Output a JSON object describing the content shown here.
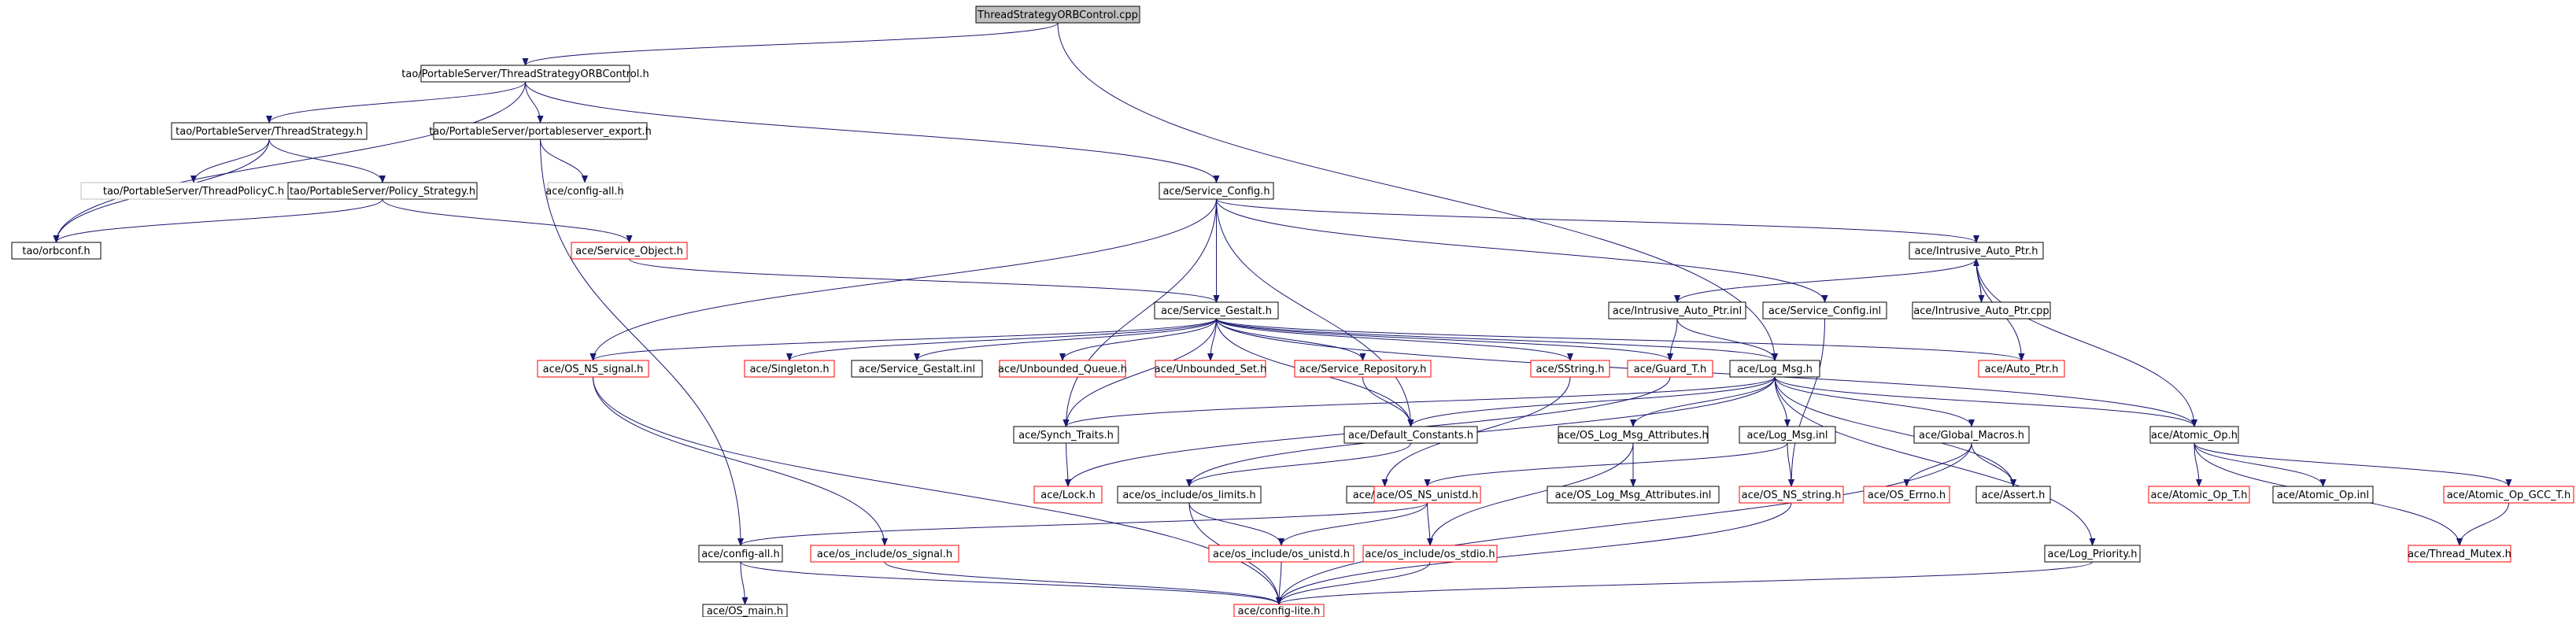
{
  "nodes": [
    {
      "id": "n0",
      "label": "ThreadStrategyORBControl.cpp",
      "style": "root"
    },
    {
      "id": "n1",
      "label": "tao/PortableServer/ThreadStrategyORBControl.h",
      "style": "normal"
    },
    {
      "id": "n2",
      "label": "tao/PortableServer/ThreadStrategy.h",
      "style": "normal"
    },
    {
      "id": "n3",
      "label": "tao/PortableServer/portableserver_export.h",
      "style": "normal"
    },
    {
      "id": "n4",
      "label": "tao/PortableServer/ThreadPolicyC.h",
      "style": "missing"
    },
    {
      "id": "n5",
      "label": "tao/PortableServer/Policy_Strategy.h",
      "style": "normal"
    },
    {
      "id": "n6",
      "label": "ace/config-all.h",
      "style": "missing"
    },
    {
      "id": "n7",
      "label": "tao/orbconf.h",
      "style": "normal"
    },
    {
      "id": "n8",
      "label": "ace/Service_Config.h",
      "style": "normal"
    },
    {
      "id": "n9",
      "label": "ace/Service_Object.h",
      "style": "truncated"
    },
    {
      "id": "n10",
      "label": "ace/Intrusive_Auto_Ptr.h",
      "style": "normal"
    },
    {
      "id": "n11",
      "label": "ace/Service_Gestalt.h",
      "style": "normal"
    },
    {
      "id": "n12",
      "label": "ace/Intrusive_Auto_Ptr.inl",
      "style": "normal"
    },
    {
      "id": "n13",
      "label": "ace/Service_Config.inl",
      "style": "normal"
    },
    {
      "id": "n14",
      "label": "ace/Intrusive_Auto_Ptr.cpp",
      "style": "normal"
    },
    {
      "id": "n15",
      "label": "ace/OS_NS_signal.h",
      "style": "truncated"
    },
    {
      "id": "n16",
      "label": "ace/Singleton.h",
      "style": "truncated"
    },
    {
      "id": "n17",
      "label": "ace/Service_Gestalt.inl",
      "style": "normal"
    },
    {
      "id": "n18",
      "label": "ace/Unbounded_Queue.h",
      "style": "truncated"
    },
    {
      "id": "n19",
      "label": "ace/Unbounded_Set.h",
      "style": "truncated"
    },
    {
      "id": "n20",
      "label": "ace/Service_Repository.h",
      "style": "truncated"
    },
    {
      "id": "n21",
      "label": "ace/SString.h",
      "style": "truncated"
    },
    {
      "id": "n22",
      "label": "ace/Guard_T.h",
      "style": "truncated"
    },
    {
      "id": "n23",
      "label": "ace/Log_Msg.h",
      "style": "normal"
    },
    {
      "id": "n24",
      "label": "ace/Auto_Ptr.h",
      "style": "truncated"
    },
    {
      "id": "n25",
      "label": "ace/Synch_Traits.h",
      "style": "normal"
    },
    {
      "id": "n26",
      "label": "ace/Default_Constants.h",
      "style": "normal"
    },
    {
      "id": "n27",
      "label": "ace/OS_Log_Msg_Attributes.h",
      "style": "normal"
    },
    {
      "id": "n28",
      "label": "ace/Log_Msg.inl",
      "style": "normal"
    },
    {
      "id": "n29",
      "label": "ace/Global_Macros.h",
      "style": "normal"
    },
    {
      "id": "n30",
      "label": "ace/Atomic_Op.h",
      "style": "normal"
    },
    {
      "id": "n31",
      "label": "ace/Lock.h",
      "style": "truncated"
    },
    {
      "id": "n32",
      "label": "ace/os_include/os_limits.h",
      "style": "normal"
    },
    {
      "id": "n33",
      "label": "ace/iosfwd.h",
      "style": "normal"
    },
    {
      "id": "n34",
      "label": "ace/OS_NS_unistd.h",
      "style": "truncated"
    },
    {
      "id": "n35",
      "label": "ace/OS_Log_Msg_Attributes.inl",
      "style": "normal"
    },
    {
      "id": "n36",
      "label": "ace/OS_NS_string.h",
      "style": "truncated"
    },
    {
      "id": "n37",
      "label": "ace/OS_Errno.h",
      "style": "truncated"
    },
    {
      "id": "n38",
      "label": "ace/Assert.h",
      "style": "normal"
    },
    {
      "id": "n39",
      "label": "ace/Atomic_Op_T.h",
      "style": "truncated"
    },
    {
      "id": "n40",
      "label": "ace/Atomic_Op.inl",
      "style": "normal"
    },
    {
      "id": "n41",
      "label": "ace/Atomic_Op_GCC_T.h",
      "style": "truncated"
    },
    {
      "id": "n42",
      "label": "ace/config-all.h",
      "style": "normal"
    },
    {
      "id": "n43",
      "label": "ace/os_include/os_signal.h",
      "style": "truncated"
    },
    {
      "id": "n44",
      "label": "ace/os_include/os_unistd.h",
      "style": "truncated"
    },
    {
      "id": "n45",
      "label": "ace/os_include/os_stdio.h",
      "style": "truncated"
    },
    {
      "id": "n46",
      "label": "ace/Log_Priority.h",
      "style": "normal"
    },
    {
      "id": "n47",
      "label": "ace/Thread_Mutex.h",
      "style": "truncated"
    },
    {
      "id": "n48",
      "label": "ace/OS_main.h",
      "style": "normal"
    },
    {
      "id": "n49",
      "label": "ace/config-lite.h",
      "style": "truncated"
    }
  ],
  "edges": [
    [
      "n0",
      "n1"
    ],
    [
      "n0",
      "n23"
    ],
    [
      "n1",
      "n2"
    ],
    [
      "n1",
      "n3"
    ],
    [
      "n1",
      "n7"
    ],
    [
      "n1",
      "n8"
    ],
    [
      "n2",
      "n4"
    ],
    [
      "n2",
      "n5"
    ],
    [
      "n2",
      "n7"
    ],
    [
      "n3",
      "n6"
    ],
    [
      "n3",
      "n42"
    ],
    [
      "n5",
      "n7"
    ],
    [
      "n5",
      "n9"
    ],
    [
      "n8",
      "n10"
    ],
    [
      "n8",
      "n11"
    ],
    [
      "n8",
      "n13"
    ],
    [
      "n8",
      "n15"
    ],
    [
      "n8",
      "n25"
    ],
    [
      "n8",
      "n26"
    ],
    [
      "n9",
      "n11"
    ],
    [
      "n10",
      "n12"
    ],
    [
      "n10",
      "n14"
    ],
    [
      "n10",
      "n24"
    ],
    [
      "n10",
      "n30"
    ],
    [
      "n12",
      "n22"
    ],
    [
      "n12",
      "n23"
    ],
    [
      "n13",
      "n36"
    ],
    [
      "n14",
      "n10"
    ],
    [
      "n11",
      "n15"
    ],
    [
      "n11",
      "n16"
    ],
    [
      "n11",
      "n17"
    ],
    [
      "n11",
      "n18"
    ],
    [
      "n11",
      "n19"
    ],
    [
      "n11",
      "n20"
    ],
    [
      "n11",
      "n21"
    ],
    [
      "n11",
      "n22"
    ],
    [
      "n11",
      "n23"
    ],
    [
      "n11",
      "n24"
    ],
    [
      "n11",
      "n25"
    ],
    [
      "n11",
      "n26"
    ],
    [
      "n11",
      "n30"
    ],
    [
      "n15",
      "n43"
    ],
    [
      "n15",
      "n49"
    ],
    [
      "n20",
      "n26"
    ],
    [
      "n21",
      "n33"
    ],
    [
      "n22",
      "n31"
    ],
    [
      "n23",
      "n25"
    ],
    [
      "n23",
      "n26"
    ],
    [
      "n23",
      "n27"
    ],
    [
      "n23",
      "n28"
    ],
    [
      "n23",
      "n29"
    ],
    [
      "n23",
      "n30"
    ],
    [
      "n23",
      "n32"
    ],
    [
      "n23",
      "n38"
    ],
    [
      "n23",
      "n46"
    ],
    [
      "n25",
      "n31"
    ],
    [
      "n26",
      "n32"
    ],
    [
      "n27",
      "n35"
    ],
    [
      "n27",
      "n45"
    ],
    [
      "n28",
      "n34"
    ],
    [
      "n28",
      "n36"
    ],
    [
      "n29",
      "n37"
    ],
    [
      "n29",
      "n38"
    ],
    [
      "n29",
      "n49"
    ],
    [
      "n30",
      "n39"
    ],
    [
      "n30",
      "n40"
    ],
    [
      "n30",
      "n41"
    ],
    [
      "n30",
      "n47"
    ],
    [
      "n32",
      "n44"
    ],
    [
      "n32",
      "n49"
    ],
    [
      "n34",
      "n42"
    ],
    [
      "n34",
      "n44"
    ],
    [
      "n34",
      "n45"
    ],
    [
      "n36",
      "n49"
    ],
    [
      "n41",
      "n47"
    ],
    [
      "n42",
      "n48"
    ],
    [
      "n42",
      "n49"
    ],
    [
      "n43",
      "n49"
    ],
    [
      "n44",
      "n49"
    ],
    [
      "n45",
      "n49"
    ],
    [
      "n46",
      "n49"
    ]
  ],
  "colors": {
    "root_fill": "#bfbfbf",
    "normal_border": "#000000",
    "truncated_border": "#ff0000",
    "missing_border": "#bfbfbf",
    "edge": "#191970",
    "text": "#000000"
  }
}
